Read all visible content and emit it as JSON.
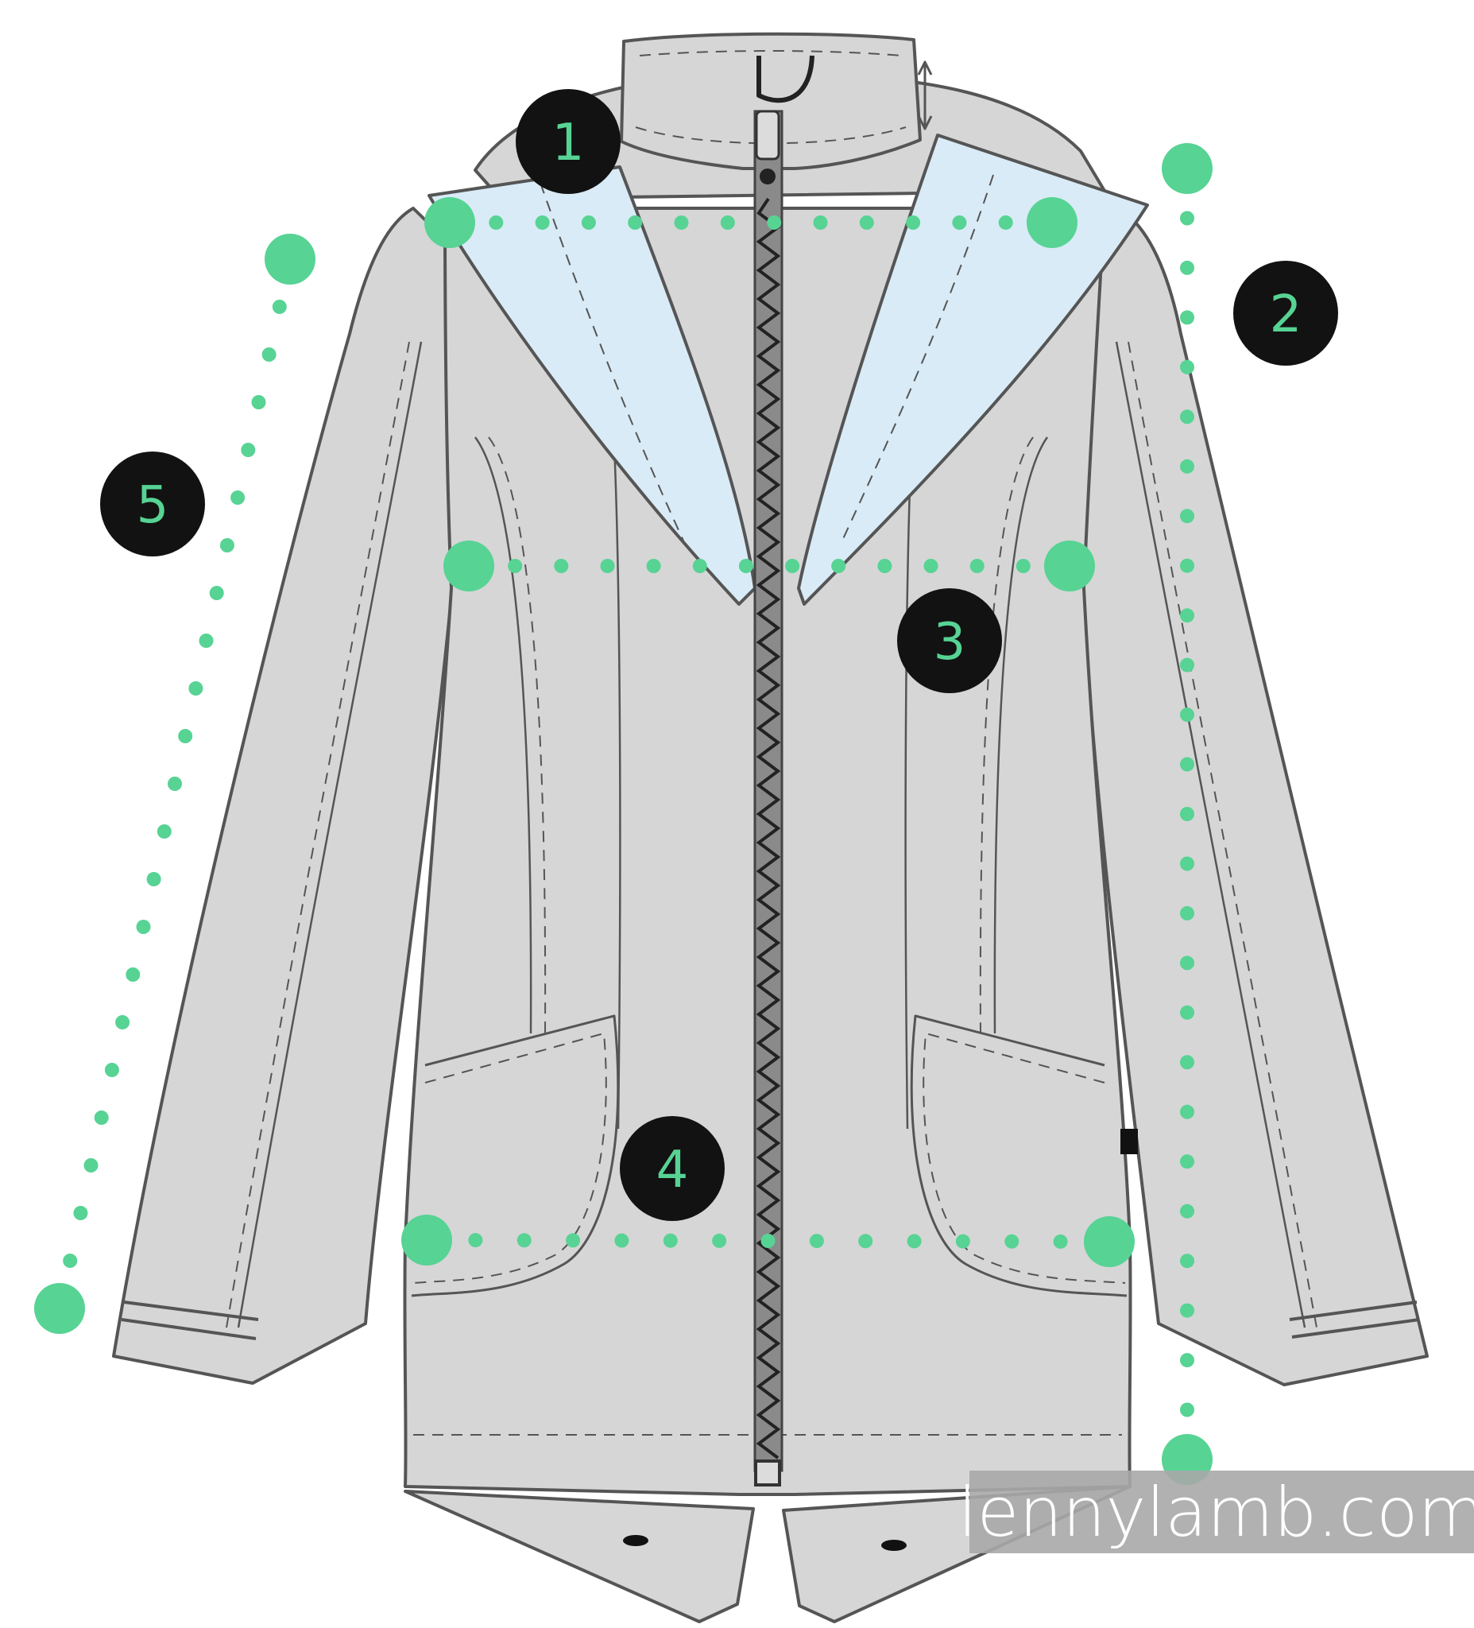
{
  "colors": {
    "garment_fill": "#d6d6d6",
    "garment_stroke": "#555555",
    "hood_lining": "#d9ebf6",
    "measure_green": "#57d394",
    "badge_fill": "#121212",
    "badge_text": "#57d394",
    "watermark_bg": "#a8a8a8",
    "watermark_text": "#ffffff"
  },
  "measurements": [
    {
      "id": "1",
      "label": "1"
    },
    {
      "id": "2",
      "label": "2"
    },
    {
      "id": "3",
      "label": "3"
    },
    {
      "id": "4",
      "label": "4"
    },
    {
      "id": "5",
      "label": "5"
    }
  ],
  "watermark": "lennylamb.com"
}
